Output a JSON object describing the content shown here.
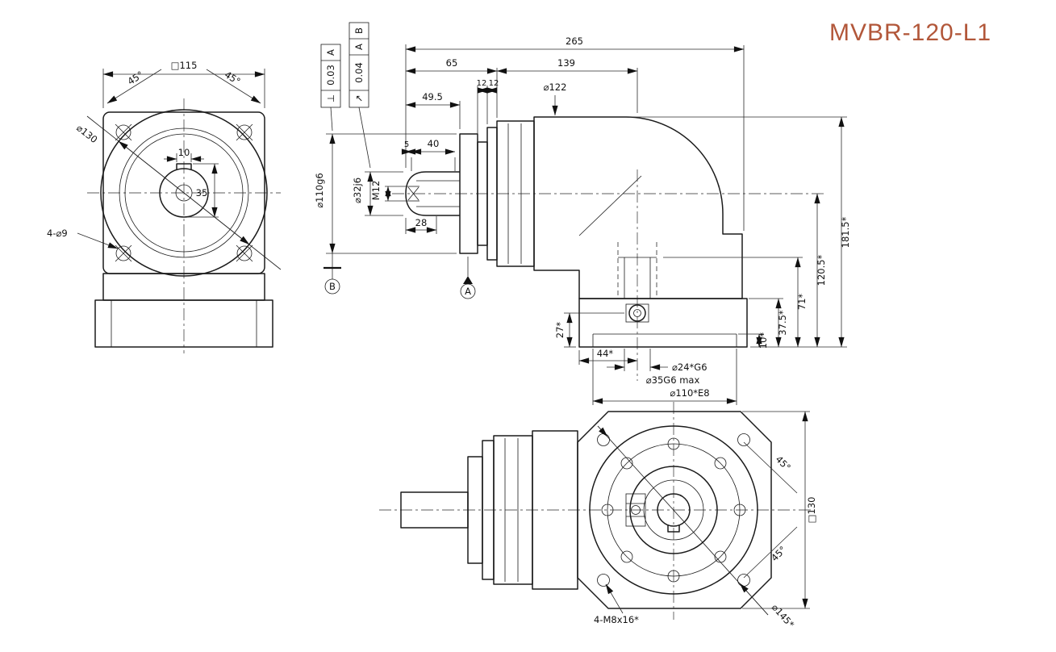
{
  "title": "MVBR-120-L1",
  "colors": {
    "title": "#b2573a",
    "line": "#1b1b1b"
  },
  "front_view": {
    "square": "□115",
    "angle_left": "45°",
    "angle_right": "45°",
    "bolt_circle": "⌀130",
    "key_width": "10",
    "bore_depth": "35",
    "holes": "4-⌀9"
  },
  "tolerances": {
    "frame1": {
      "symbol": "⊥",
      "value": "0.03",
      "datum1": "A"
    },
    "frame2": {
      "symbol": "↗",
      "value": "0.04",
      "datum1": "A",
      "datum2": "B"
    }
  },
  "datums": {
    "a": "A",
    "b": "B"
  },
  "side_view": {
    "overall_length": "265",
    "input_length": "65",
    "body_length": "139",
    "step1": "12",
    "step2": "12",
    "shaft_length": "49.5",
    "body_dia": "⌀122",
    "key_offset": "5",
    "key_length": "40",
    "thread": "M12",
    "flange_dia": "⌀110g6",
    "shaft_dia": "⌀32j6",
    "bore_depth": "28",
    "height_total": "181.5*",
    "height_axis": "120.5*",
    "height_body": "71*",
    "height_flange": "37.5*",
    "height_spigot": "10*",
    "screw_offset": "27*",
    "axis_offset": "44*",
    "out_bore": "⌀24*G6",
    "out_bore_max": "⌀35G6 max",
    "out_spigot": "⌀110*E8"
  },
  "bottom_view": {
    "square": "□130",
    "angle_top": "45°",
    "angle_bottom": "45°",
    "mount_holes": "4-M8x16*",
    "bolt_circle": "⌀145*"
  }
}
